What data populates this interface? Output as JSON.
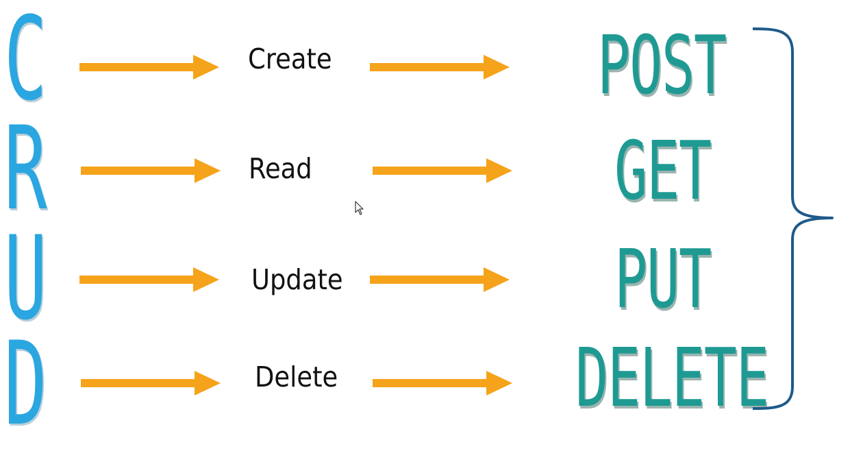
{
  "crud_letters": [
    "C",
    "R",
    "U",
    "D"
  ],
  "operations": [
    "Create",
    "Read",
    "Update",
    "Delete"
  ],
  "http_methods": [
    "POST",
    "GET",
    "PUT",
    "DELETE"
  ],
  "colors": {
    "crud": "#2aa6e0",
    "arrow": "#f5a31a",
    "method": "#1e9a93",
    "brace": "#1f5a8a",
    "label": "#111111"
  }
}
